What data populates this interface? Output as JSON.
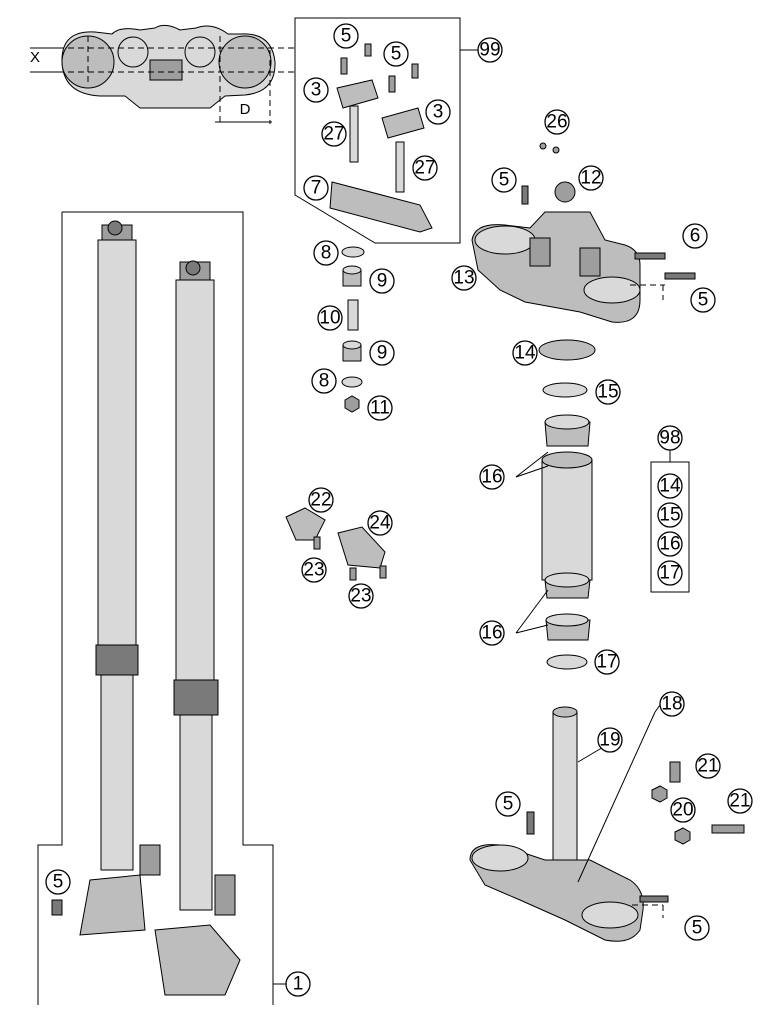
{
  "diagram": {
    "colors": {
      "ink": "#000000",
      "part_light": "#d9d9d9",
      "part_mid": "#bdbdbd",
      "part_dark": "#7a7a7a",
      "background": "#ffffff"
    },
    "dimension_labels": {
      "x": "X",
      "d": "D"
    },
    "callouts": {
      "c1": "1",
      "c3a": "3",
      "c3b": "3",
      "c5a": "5",
      "c5b": "5",
      "c5c": "5",
      "c5d": "5",
      "c5e": "5",
      "c5f": "5",
      "c5g": "5",
      "c6": "6",
      "c7": "7",
      "c8a": "8",
      "c8b": "8",
      "c9a": "9",
      "c9b": "9",
      "c10": "10",
      "c11": "11",
      "c12": "12",
      "c13": "13",
      "c14": "14",
      "c15": "15",
      "c16a": "16",
      "c16b": "16",
      "c17": "17",
      "c18": "18",
      "c19": "19",
      "c20": "20",
      "c21a": "21",
      "c21b": "21",
      "c22": "22",
      "c23a": "23",
      "c23b": "23",
      "c24": "24",
      "c26": "26",
      "c27a": "27",
      "c27b": "27",
      "c98": "98",
      "c99": "99"
    },
    "kit_98_items": [
      "14",
      "15",
      "16",
      "17"
    ]
  }
}
